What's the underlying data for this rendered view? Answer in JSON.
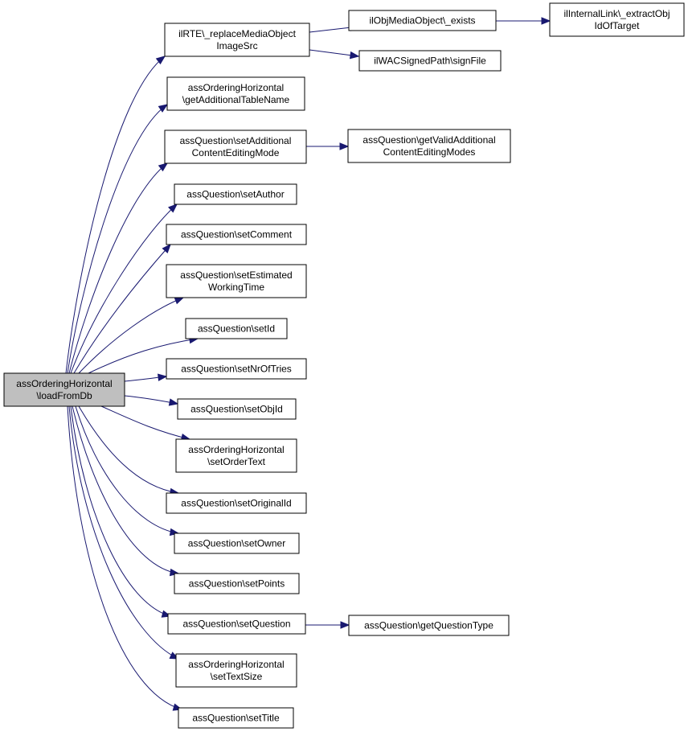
{
  "colors": {
    "edge": "#191970",
    "root_fill": "#bfbfbf",
    "node_fill": "#ffffff",
    "node_stroke": "#000000"
  },
  "nodes": {
    "root": [
      "assOrderingHorizontal",
      "\\loadFromDb"
    ],
    "replaceMedia": [
      "ilRTE\\_replaceMediaObject",
      "ImageSrc"
    ],
    "getAddTable": [
      "assOrderingHorizontal",
      "\\getAdditionalTableName"
    ],
    "setAddContent": [
      "assQuestion\\setAdditional",
      "ContentEditingMode"
    ],
    "setAuthor": [
      "assQuestion\\setAuthor"
    ],
    "setComment": [
      "assQuestion\\setComment"
    ],
    "setEstimated": [
      "assQuestion\\setEstimated",
      "WorkingTime"
    ],
    "setId": [
      "assQuestion\\setId"
    ],
    "setNrOfTries": [
      "assQuestion\\setNrOfTries"
    ],
    "setObjId": [
      "assQuestion\\setObjId"
    ],
    "setOrderText": [
      "assOrderingHorizontal",
      "\\setOrderText"
    ],
    "setOriginalId": [
      "assQuestion\\setOriginalId"
    ],
    "setOwner": [
      "assQuestion\\setOwner"
    ],
    "setPoints": [
      "assQuestion\\setPoints"
    ],
    "setQuestion": [
      "assQuestion\\setQuestion"
    ],
    "setTextSize": [
      "assOrderingHorizontal",
      "\\setTextSize"
    ],
    "setTitle": [
      "assQuestion\\setTitle"
    ],
    "mediaExists": [
      "ilObjMediaObject\\_exists"
    ],
    "signFile": [
      "ilWACSignedPath\\signFile"
    ],
    "extractObj": [
      "ilInternalLink\\_extractObj",
      "IdOfTarget"
    ],
    "getValidModes": [
      "assQuestion\\getValidAdditional",
      "ContentEditingModes"
    ],
    "getQuestionType": [
      "assQuestion\\getQuestionType"
    ]
  },
  "edges": [
    [
      "root",
      "replaceMedia"
    ],
    [
      "root",
      "getAddTable"
    ],
    [
      "root",
      "setAddContent"
    ],
    [
      "root",
      "setAuthor"
    ],
    [
      "root",
      "setComment"
    ],
    [
      "root",
      "setEstimated"
    ],
    [
      "root",
      "setId"
    ],
    [
      "root",
      "setNrOfTries"
    ],
    [
      "root",
      "setObjId"
    ],
    [
      "root",
      "setOrderText"
    ],
    [
      "root",
      "setOriginalId"
    ],
    [
      "root",
      "setOwner"
    ],
    [
      "root",
      "setPoints"
    ],
    [
      "root",
      "setQuestion"
    ],
    [
      "root",
      "setTextSize"
    ],
    [
      "root",
      "setTitle"
    ],
    [
      "replaceMedia",
      "mediaExists"
    ],
    [
      "replaceMedia",
      "signFile"
    ],
    [
      "mediaExists",
      "extractObj"
    ],
    [
      "setAddContent",
      "getValidModes"
    ],
    [
      "setQuestion",
      "getQuestionType"
    ]
  ]
}
